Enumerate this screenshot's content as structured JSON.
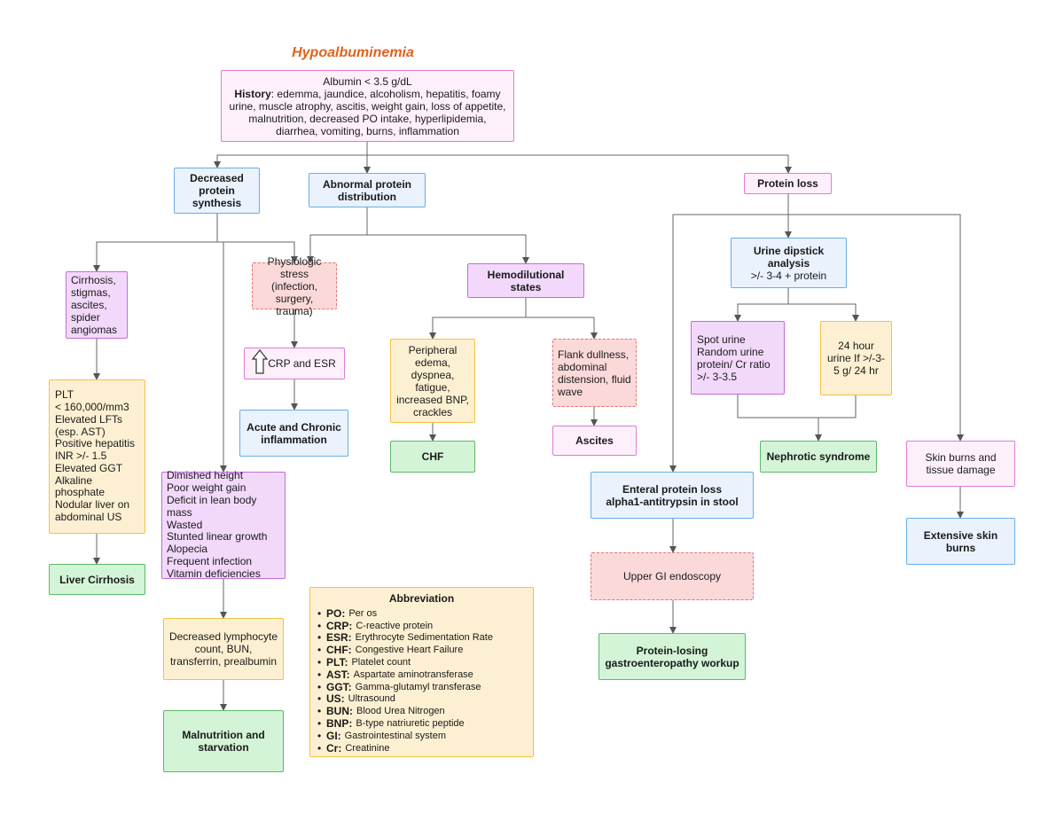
{
  "title": "Hypoalbuminemia",
  "nodes": {
    "root": {
      "line1": "Albumin < 3.5 g/dL",
      "history_label": "History",
      "history_text": ": edemma, jaundice, alcoholism, hepatitis, foamy urine, muscle atrophy, ascitis, weight gain, loss of appetite, malnutrition, decreased PO intake, hyperlipidemia, diarrhea, vomiting, burns, inflammation"
    },
    "decreased_synthesis": "Decreased protein synthesis",
    "abnormal_distribution": "Abnormal protein distribution",
    "protein_loss": "Protein loss",
    "cirrhosis_signs": "Cirrhosis, stigmas, ascites, spider angiomas",
    "liver_labs": [
      "PLT",
      "< 160,000/mm3",
      "Elevated LFTs",
      "(esp. AST)",
      "Positive hepatitis",
      "INR >/- 1.5",
      "Elevated GGT",
      "Alkaline phosphate",
      "Nodular liver on",
      "abdominal US"
    ],
    "liver_cirrhosis": "Liver Cirrhosis",
    "malnutrition_signs": [
      "Dimished height",
      "Poor weight gain",
      "Deficit in lean body mass",
      "Wasted",
      "Stunted linear growth",
      "Alopecia",
      "Frequent infection",
      "Vitamin deficiencies"
    ],
    "malnutrition_labs": "Decreased lymphocyte count, BUN, transferrin, prealbumin",
    "malnutrition": "Malnutrition and starvation",
    "physiologic_stress": "Physiologic stress (infection, surgery, trauma)",
    "crp_esr": "CRP and ESR",
    "inflammation": "Acute and Chronic inflammation",
    "hemodilutional": "Hemodilutional states",
    "peripheral_edema": "Peripheral edema, dyspnea, fatigue, increased BNP, crackles",
    "chf": "CHF",
    "flank_dullness": "Flank dullness, abdominal distension, fluid wave",
    "ascites": "Ascites",
    "urine_dipstick": {
      "title": "Urine dipstick analysis",
      "detail": ">/- 3-4 + protein"
    },
    "spot_urine": [
      "Spot urine",
      "Random urine",
      "protein/ Cr ratio",
      ">/- 3-3.5"
    ],
    "urine_24h": "24 hour urine If >/-3-5 g/ 24 hr",
    "nephrotic": "Nephrotic syndrome",
    "enteral_loss": [
      "Enteral protein loss",
      "alpha1-antitrypsin in stool"
    ],
    "upper_gi": "Upper GI endoscopy",
    "protein_losing": "Protein-losing gastroenteropathy workup",
    "skin_burns": "Skin burns and tissue damage",
    "extensive_burns": "Extensive skin burns"
  },
  "abbreviation": {
    "title": "Abbreviation",
    "items": [
      {
        "key": "PO:",
        "value": "Per os"
      },
      {
        "key": "CRP:",
        "value": "C-reactive protein"
      },
      {
        "key": "ESR:",
        "value": "Erythrocyte Sedimentation Rate"
      },
      {
        "key": "CHF:",
        "value": "Congestive Heart Failure"
      },
      {
        "key": "PLT:",
        "value": "Platelet count"
      },
      {
        "key": "AST:",
        "value": "Aspartate aminotransferase"
      },
      {
        "key": "GGT:",
        "value": "Gamma-glutamyl transferase"
      },
      {
        "key": "US:",
        "value": "Ultrasound"
      },
      {
        "key": "BUN:",
        "value": "Blood Urea Nitrogen"
      },
      {
        "key": "BNP:",
        "value": "B-type natriuretic peptide"
      },
      {
        "key": "GI:",
        "value": "Gastrointestinal system"
      },
      {
        "key": "Cr:",
        "value": "Creatinine"
      }
    ]
  },
  "colors": {
    "title": "#e0621e",
    "pink": "#fef0fb",
    "blue": "#e9f2fd",
    "purple": "#f2d9fb",
    "yellow": "#fdf0d2",
    "green": "#d3f4d6",
    "red": "#fcd9d9",
    "connector": "#555555"
  }
}
